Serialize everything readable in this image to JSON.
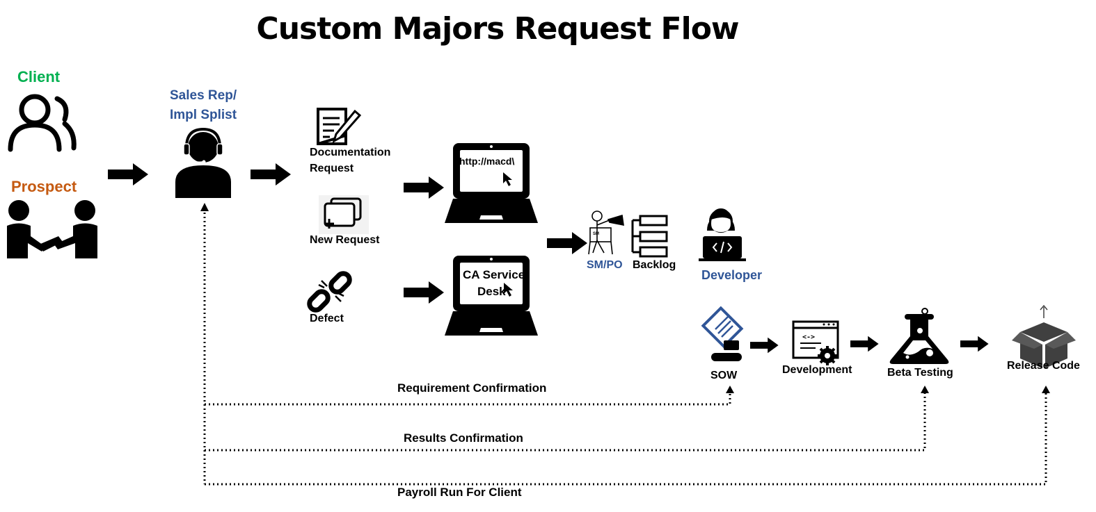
{
  "title": "Custom Majors Request Flow",
  "colors": {
    "client": "#00b050",
    "prospect": "#c55a11",
    "blue": "#2f5597",
    "black": "#000000"
  },
  "actors": {
    "client": "Client",
    "prospect": "Prospect",
    "sales_rep": [
      "Sales Rep/",
      "Impl Splist"
    ],
    "developer": "Developer",
    "sm_po": "SM/PO"
  },
  "requests": {
    "documentation": [
      "Documentation",
      "Request"
    ],
    "new_request": "New Request",
    "defect": "Defect"
  },
  "screens": {
    "macd": "http://macd\\",
    "service_desk": [
      "CA Service",
      "Desk"
    ]
  },
  "backlog": "Backlog",
  "pipeline": {
    "sow": "SOW",
    "development": "Development",
    "beta_testing": "Beta Testing",
    "release_code": "Release Code"
  },
  "feedback": {
    "requirement": "Requirement Confirmation",
    "results": "Results Confirmation",
    "payroll": "Payroll Run For Client"
  },
  "icons": [
    "people-icon",
    "handshake-icon",
    "headset-agent-icon",
    "document-edit-icon",
    "new-window-icon",
    "broken-link-icon",
    "laptop-icon",
    "teacher-icon",
    "backlog-icon",
    "developer-icon",
    "sow-icon",
    "code-settings-icon",
    "flask-icon",
    "box-icon",
    "arrow-right-icon"
  ]
}
